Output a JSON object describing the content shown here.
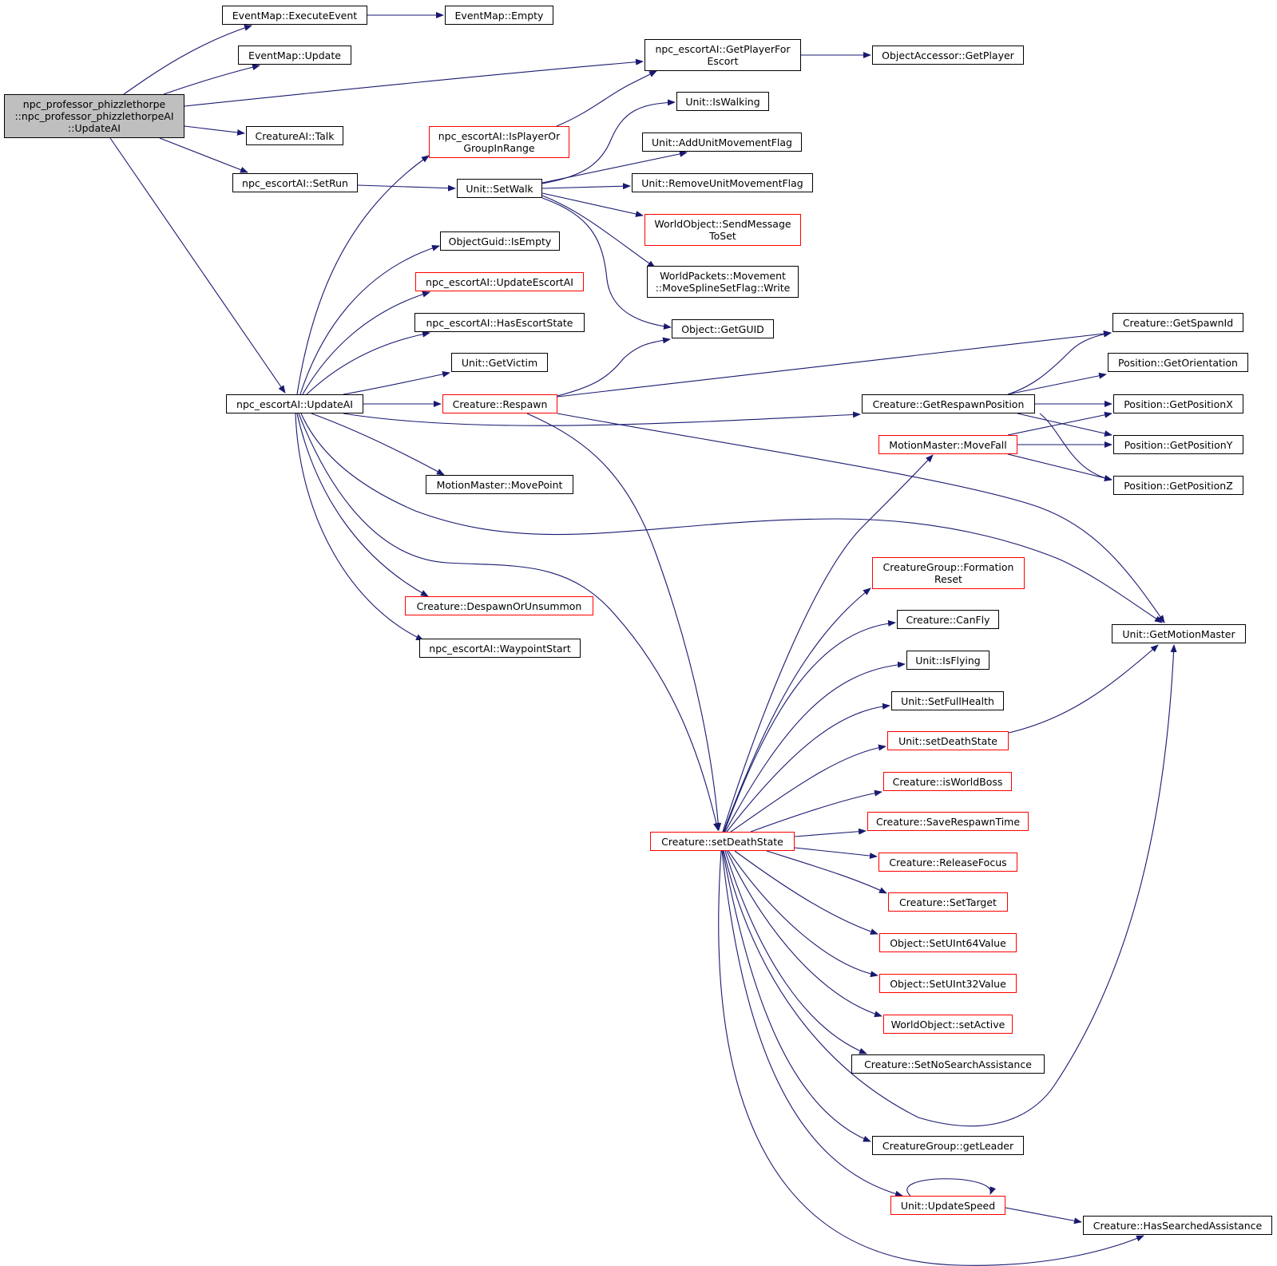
{
  "colors": {
    "edge": "#191970",
    "border_default": "#000000",
    "border_incomplete": "#ff0000",
    "root_fill": "#bfbfbf"
  },
  "nodes": {
    "root": "npc_professor_phizzlethorpe\n::npc_professor_phizzlethorpeAI\n::UpdateAI",
    "em_execute": "EventMap::ExecuteEvent",
    "em_empty": "EventMap::Empty",
    "em_update": "EventMap::Update",
    "getplayerforescort": "npc_escortAI::GetPlayerFor\nEscort",
    "objacc_getplayer": "ObjectAccessor::GetPlayer",
    "unit_iswalking": "Unit::IsWalking",
    "creatureai_talk": "CreatureAI::Talk",
    "isplayerorgroup": "npc_escortAI::IsPlayerOr\nGroupInRange",
    "addunitmove": "Unit::AddUnitMovementFlag",
    "setrun": "npc_escortAI::SetRun",
    "setwalk": "Unit::SetWalk",
    "removeunitmove": "Unit::RemoveUnitMovementFlag",
    "sendmessage": "WorldObject::SendMessage\nToSet",
    "guid_isempty": "ObjectGuid::IsEmpty",
    "movesplinewrite": "WorldPackets::Movement\n::MoveSplineSetFlag::Write",
    "updateescortai": "npc_escortAI::UpdateEscortAI",
    "hasescortstate": "npc_escortAI::HasEscortState",
    "getguid": "Object::GetGUID",
    "getspawnid": "Creature::GetSpawnId",
    "getvictim": "Unit::GetVictim",
    "getorientation": "Position::GetOrientation",
    "escort_updateai": "npc_escortAI::UpdateAI",
    "respawn": "Creature::Respawn",
    "getrespawnpos": "Creature::GetRespawnPosition",
    "getposx": "Position::GetPositionX",
    "movefall": "MotionMaster::MoveFall",
    "getposy": "Position::GetPositionY",
    "movepoint": "MotionMaster::MovePoint",
    "getposz": "Position::GetPositionZ",
    "formationreset": "CreatureGroup::Formation\nReset",
    "despawn": "Creature::DespawnOrUnsummon",
    "getmotionmaster": "Unit::GetMotionMaster",
    "canfly": "Creature::CanFly",
    "waypointstart": "npc_escortAI::WaypointStart",
    "isflying": "Unit::IsFlying",
    "setfullhealth": "Unit::SetFullHealth",
    "unit_setdeathstate": "Unit::setDeathState",
    "isworldboss": "Creature::isWorldBoss",
    "saverespawntime": "Creature::SaveRespawnTime",
    "creature_setdeathstate": "Creature::setDeathState",
    "releasefocus": "Creature::ReleaseFocus",
    "settarget": "Creature::SetTarget",
    "setuint64": "Object::SetUInt64Value",
    "setuint32": "Object::SetUInt32Value",
    "setactive": "WorldObject::setActive",
    "setnosearch": "Creature::SetNoSearchAssistance",
    "getleader": "CreatureGroup::getLeader",
    "updatespeed": "Unit::UpdateSpeed",
    "hassearched": "Creature::HasSearchedAssistance"
  }
}
